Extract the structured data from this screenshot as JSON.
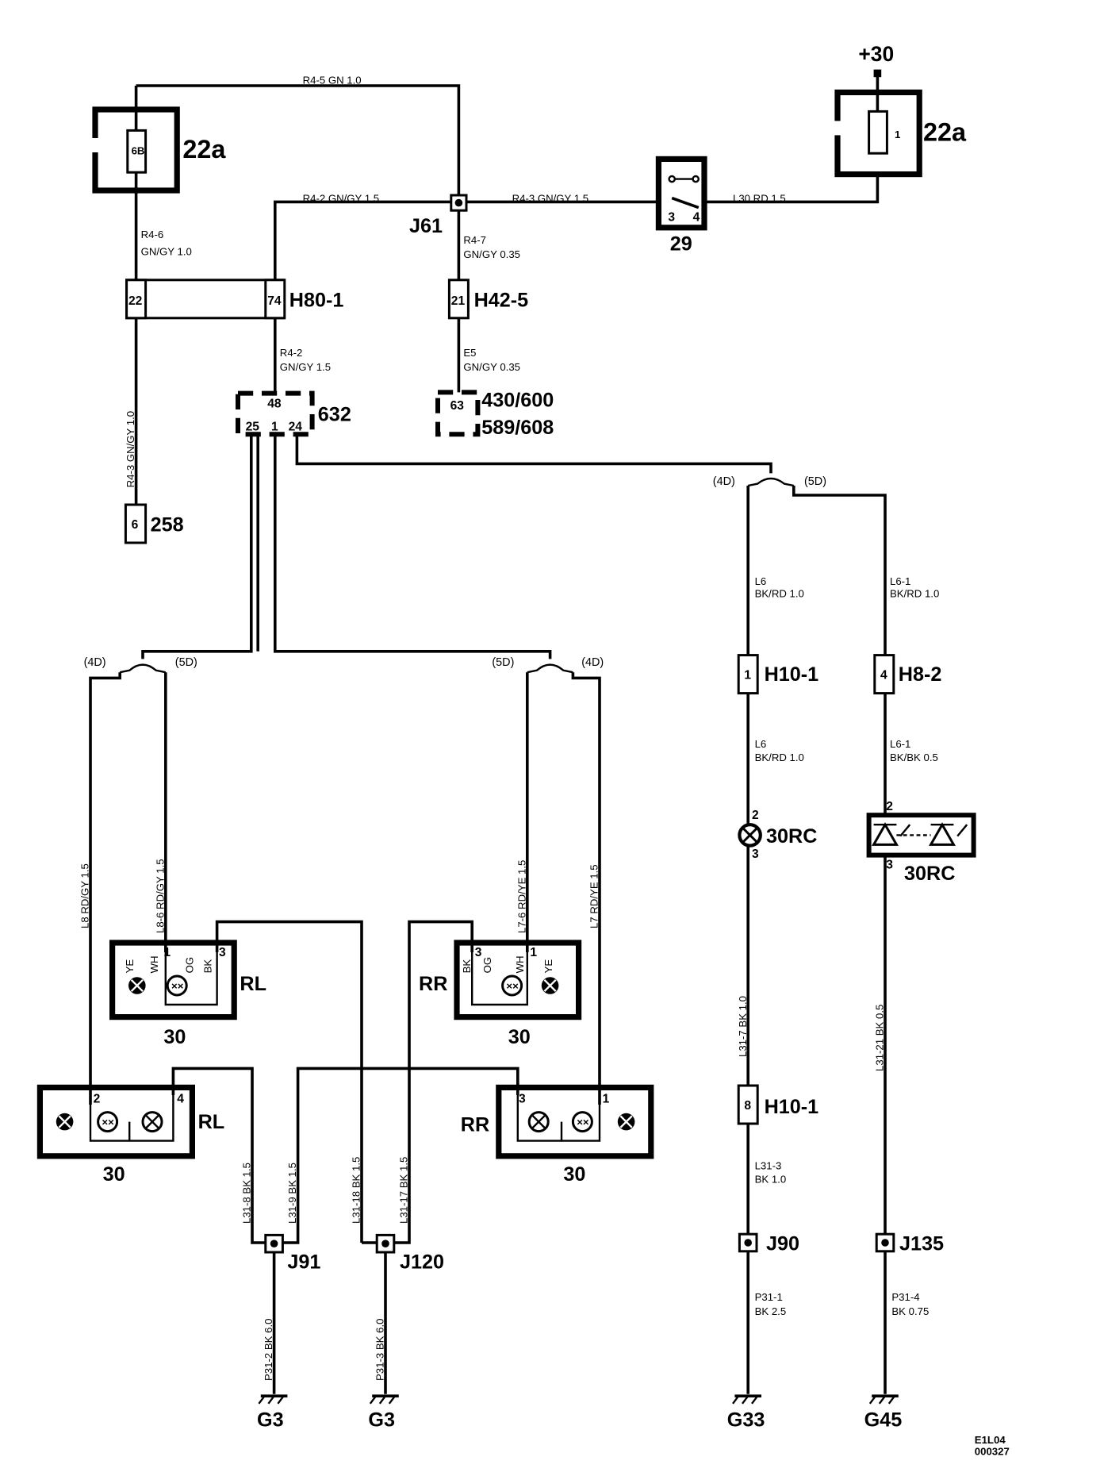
{
  "top": {
    "supply": "+30",
    "fuse_left": {
      "id": "22a",
      "num": "6B"
    },
    "fuse_right": {
      "id": "22a",
      "num": "1"
    },
    "w_top": "R4-5   GN   1.0",
    "w_r42": "R4-2   GN/GY   1.5",
    "w_r43": "R4-3   GN/GY   1.5",
    "w_l30": "L30   RD   1.5",
    "junction_j61": "J61",
    "switch": {
      "id": "29",
      "p3": "3",
      "p4": "4"
    },
    "w_r46a": "R4-6",
    "w_r46b": "GN/GY   1.0",
    "w_r47a": "R4-7",
    "w_r47b": "GN/GY   0.35"
  },
  "connectors": {
    "h80": {
      "id": "H80-1",
      "p22": "22",
      "p74": "74"
    },
    "h42": {
      "id": "H42-5",
      "pin": "21"
    },
    "c632": {
      "id": "632",
      "p48": "48",
      "p25": "25",
      "p1": "1",
      "p24": "24"
    },
    "c430": {
      "id1": "430/600",
      "id2": "589/608",
      "pin": "63"
    },
    "c258": {
      "id": "258",
      "pin": "6"
    }
  },
  "mid_wires": {
    "r42a": "R4-2",
    "r42b": "GN/GY   1.5",
    "e5a": "E5",
    "e5b": "GN/GY   0.35",
    "r43v": "R4-3    GN/GY    1.0"
  },
  "variants": {
    "v4d": "(4D)",
    "v5d": "(5D)"
  },
  "right": {
    "l6a": "L6",
    "l6b": "BK/RD   1.0",
    "l61a": "L6-1",
    "l61b": "BK/RD   1.0",
    "h10a": {
      "id": "H10-1",
      "pin": "1"
    },
    "h82": {
      "id": "H8-2",
      "pin": "4"
    },
    "l6c": "L6",
    "l6d": "BK/RD   1.0",
    "l61c": "L6-1",
    "l61d": "BK/BK   0.5",
    "lamp_a": {
      "id": "30RC",
      "p2": "2",
      "p3": "3"
    },
    "lamp_b": {
      "id": "30RC",
      "p2": "2",
      "p3": "3"
    },
    "l317": "L31-7    BK    1.0",
    "l3121": "L31-21    BK    0.5",
    "h10b": {
      "id": "H10-1",
      "pin": "8"
    },
    "l313a": "L31-3",
    "l313b": "BK   1.0",
    "j90": "J90",
    "j135": "J135",
    "p311a": "P31-1",
    "p311b": "BK   2.5",
    "p314a": "P31-4",
    "p314b": "BK   0.75",
    "g33": "G33",
    "g45": "G45"
  },
  "lamps": {
    "w_l8": "L8      RD/GY    1.5",
    "w_l86": "L8-6    RD/GY    1.5",
    "w_l76": "L7-6    RD/YE    1.5",
    "w_l7": "L7      RD/YE    1.5",
    "rl_upper": {
      "side": "RL",
      "num": "30",
      "ye": "YE",
      "wh": "WH",
      "og": "OG",
      "bk": "BK",
      "p1": "1",
      "p3": "3"
    },
    "rr_upper": {
      "side": "RR",
      "num": "30",
      "ye": "YE",
      "wh": "WH",
      "og": "OG",
      "bk": "BK",
      "p1": "1",
      "p3": "3"
    },
    "rl_lower": {
      "side": "RL",
      "num": "30",
      "p2": "2",
      "p4": "4"
    },
    "rr_lower": {
      "side": "RR",
      "num": "30",
      "p3": "3",
      "p1": "1"
    }
  },
  "grounds": {
    "l318": "L31-8    BK    1.5",
    "l319": "L31-9    BK    1.5",
    "l3118": "L31-18    BK    1.5",
    "l3117": "L31-17    BK    1.5",
    "j91": "J91",
    "j120": "J120",
    "p312": "P31-2    BK    6.0",
    "p313": "P31-3    BK    6.0",
    "g3a": "G3",
    "g3b": "G3"
  },
  "footer": {
    "code1": "E1L04",
    "code2": "000327"
  }
}
